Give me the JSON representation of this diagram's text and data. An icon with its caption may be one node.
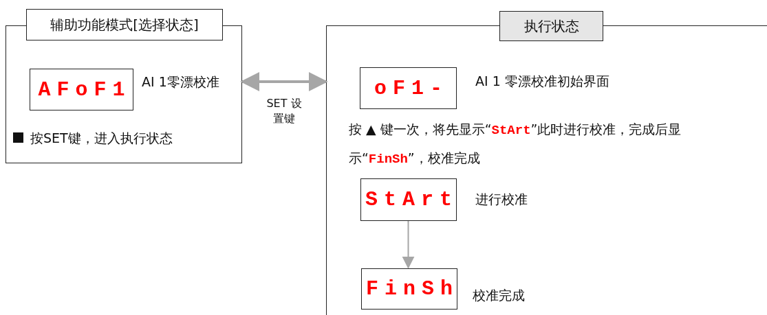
{
  "diagram": {
    "nodes": [
      {
        "text": [
          "辅助功能模式[选择状态]",
          "按SET键，进入执行状态"
        ]
      },
      {
        "text": [
          "AFoF1"
        ],
        "in": 0,
        "beside": [
          "AI 1零漂校准"
        ]
      },
      {
        "text": [
          "执行状态",
          "按 ▲ 键一次，将先显示“**StArt**”此时进行校准，完成后显示“**FinSh**”，校准完成"
        ]
      },
      {
        "text": [
          "oF1-"
        ],
        "in": 2,
        "beside": [
          "AI 1 零漂校准初始界面"
        ]
      },
      {
        "text": [
          "StArt"
        ],
        "in": 2,
        "beside": [
          "进行校准"
        ]
      },
      {
        "text": [
          "FinSh"
        ],
        "in": 2,
        "beside": [
          "校准完成"
        ]
      }
    ],
    "edges": [
      {
        "from": 0,
        "to": 2,
        "arrow": "both",
        "label": "SET 设置键",
        "style": "thick"
      },
      {
        "from": 4,
        "to": 5,
        "arrow": "to"
      }
    ]
  }
}
